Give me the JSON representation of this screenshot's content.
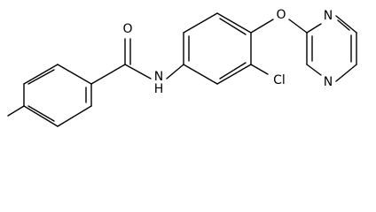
{
  "structure": {
    "atom_labels": {
      "carbonyl_oxygen": "O",
      "amide_nh": "N",
      "amide_h": "H",
      "ether_oxygen": "O",
      "chlorine": "Cl",
      "pyrimidine_n_upper": "N",
      "pyrimidine_n_lower": "N"
    }
  }
}
